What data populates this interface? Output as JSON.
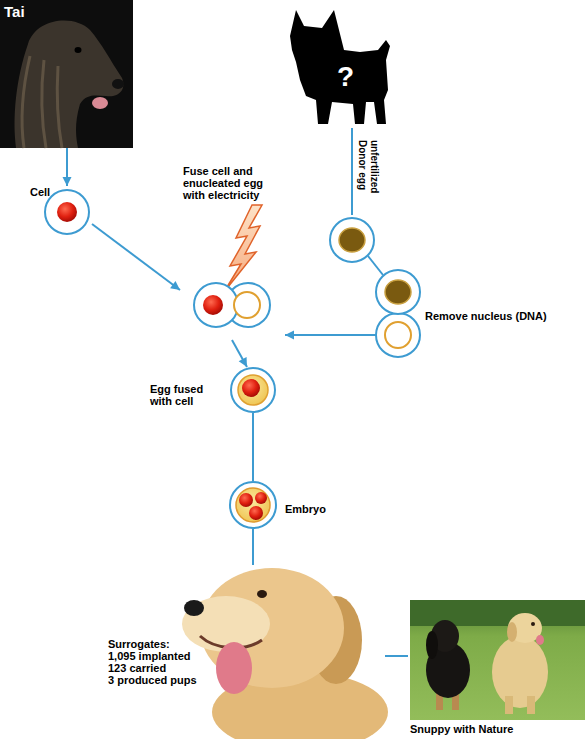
{
  "diagram": {
    "nodes": [
      {
        "text": [
          "Tai"
        ]
      },
      {
        "text": [
          "?"
        ]
      },
      {
        "text": [
          "Cell"
        ]
      },
      {
        "text": [
          "Fuse cell and enucleated egg with electricity"
        ]
      },
      {
        "text": [
          "Remove nucleus (DNA)"
        ]
      },
      {
        "text": [
          "Egg fused with cell"
        ]
      },
      {
        "text": [
          "Embryo"
        ]
      },
      {
        "text": [
          "Surrogates:",
          "1,095 implanted",
          "123 carried",
          "3 produced pups"
        ]
      },
      {
        "text": [
          "Snuppy with Nature"
        ]
      }
    ],
    "edges": [
      {
        "from": 0,
        "to": 2,
        "arrow": "to"
      },
      {
        "from": 1,
        "to": 4,
        "label": "unfertilized Donor egg",
        "arrow": "none"
      },
      {
        "from": 2,
        "to": 3,
        "arrow": "to"
      },
      {
        "from": 4,
        "to": 3,
        "arrow": "to"
      },
      {
        "from": 3,
        "to": 5,
        "arrow": "to"
      },
      {
        "from": 5,
        "to": 6,
        "arrow": "none"
      },
      {
        "from": 6,
        "to": 7,
        "arrow": "none"
      },
      {
        "from": 7,
        "to": 8,
        "arrow": "none"
      }
    ]
  }
}
